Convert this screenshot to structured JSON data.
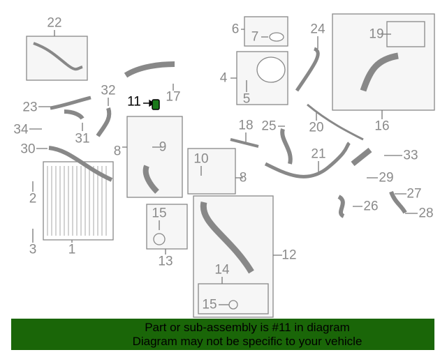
{
  "diagram": {
    "callouts": [
      "22",
      "23",
      "34",
      "30",
      "31",
      "32",
      "17",
      "11",
      "8",
      "9",
      "10",
      "8",
      "2",
      "3",
      "1",
      "15",
      "13",
      "12",
      "14",
      "15",
      "6",
      "7",
      "4",
      "5",
      "24",
      "19",
      "16",
      "18",
      "25",
      "20",
      "21",
      "33",
      "29",
      "27",
      "26",
      "28"
    ],
    "highlighted_part": "11",
    "highlight_color": "#1a7a1a"
  },
  "banner": {
    "line1": "Part or sub-assembly is #11 in diagram",
    "line2": "Diagram may not be specific to your vehicle",
    "color": "#1a6608"
  }
}
